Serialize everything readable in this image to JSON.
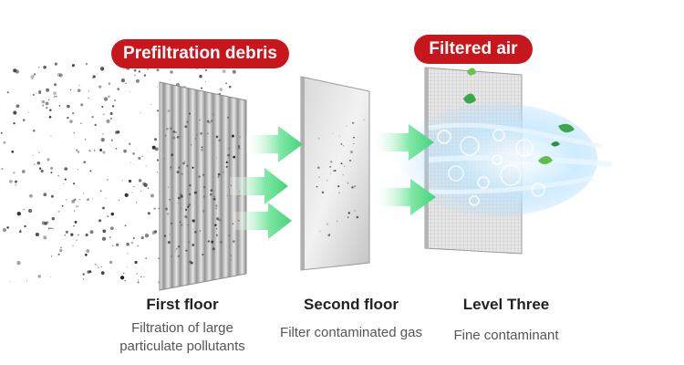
{
  "labels": {
    "prefiltration": "Prefiltration debris",
    "filtered_air": "Filtered air"
  },
  "stages": [
    {
      "title": "First floor",
      "description": "Filtration of large particulate pollutants"
    },
    {
      "title": "Second floor",
      "description": "Filter contaminated gas"
    },
    {
      "title": "Level Three",
      "description": "Fine contaminant"
    }
  ],
  "colors": {
    "label_red": "#c8161d",
    "arrow_green": "#5fdc8a",
    "leaf_green": "#3aa84a",
    "air_blue": "#bfe6ff"
  }
}
